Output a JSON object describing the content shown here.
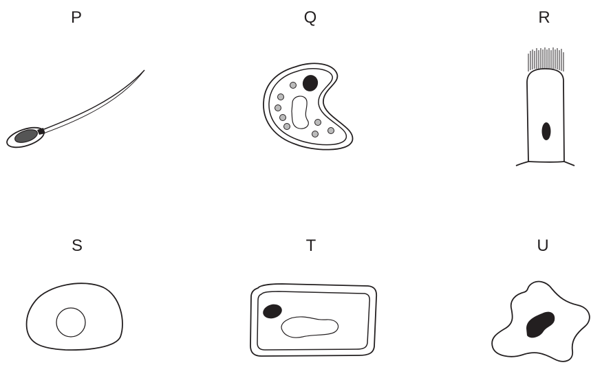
{
  "labels": {
    "p": "P",
    "q": "Q",
    "r": "R",
    "s": "S",
    "t": "T",
    "u": "U"
  },
  "colors": {
    "ink": "#231f20",
    "nucleus_dark": "#231f20",
    "sperm_head": "#555555",
    "granule_fill": "#bbbbbb",
    "background": "#ffffff"
  }
}
